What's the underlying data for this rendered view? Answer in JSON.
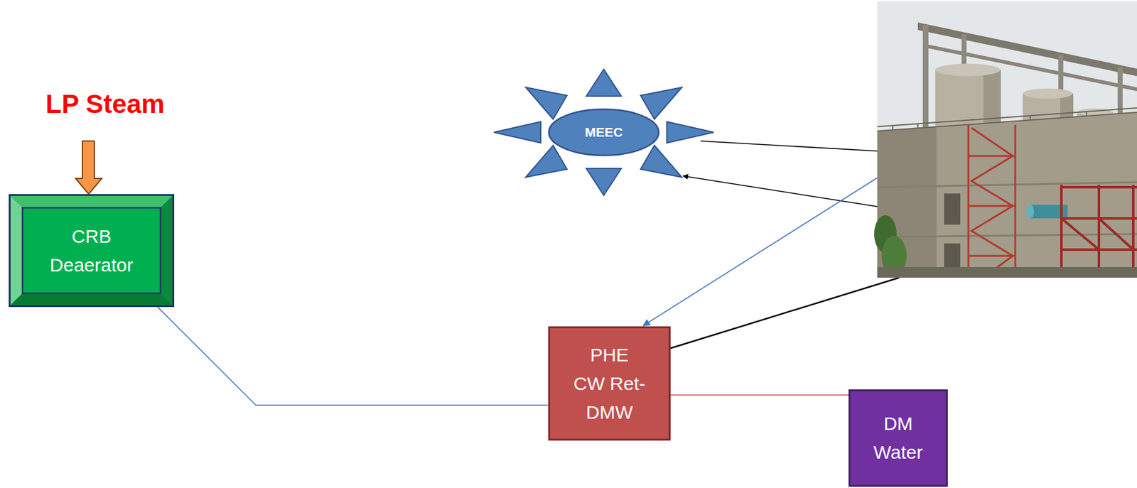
{
  "diagram": {
    "nodes": [
      {
        "text": [
          "CRB Deaerator"
        ]
      },
      {
        "text": [
          "MEEC"
        ]
      },
      {
        "text": [
          "PHE CW Ret-DMW"
        ]
      },
      {
        "text": [
          "DM Water"
        ]
      }
    ],
    "edges": [
      {
        "from": 0,
        "to": 2,
        "arrow": "none"
      },
      {
        "from": 2,
        "to": 3,
        "arrow": "none"
      }
    ],
    "labels": [
      "LP Steam"
    ]
  }
}
